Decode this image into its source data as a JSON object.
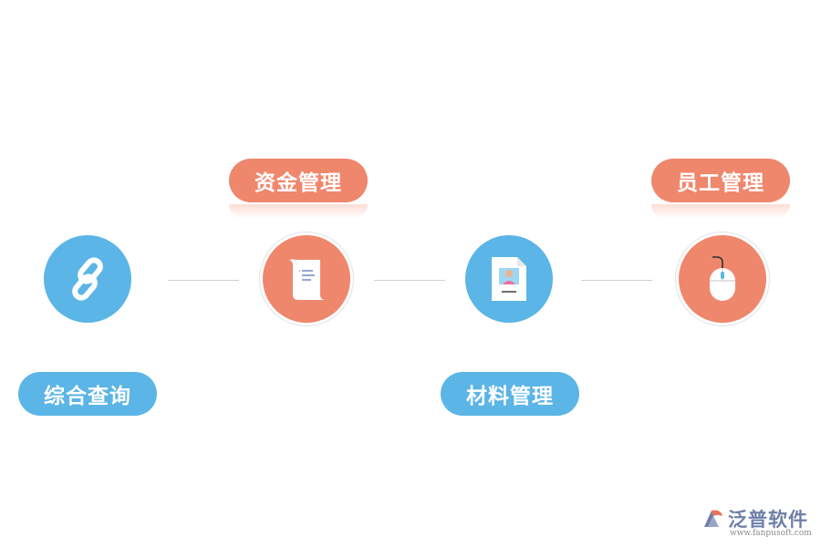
{
  "nodes": [
    {
      "label": "综合查询",
      "color": "blue",
      "icon": "link-icon"
    },
    {
      "label": "资金管理",
      "color": "orange",
      "icon": "scroll-document-icon"
    },
    {
      "label": "材料管理",
      "color": "blue",
      "icon": "profile-card-icon"
    },
    {
      "label": "员工管理",
      "color": "orange",
      "icon": "mouse-icon"
    }
  ],
  "brand": {
    "name": "泛普软件",
    "url": "www.fanpusoft.com"
  },
  "colors": {
    "blue": "#5bb5e6",
    "orange": "#ef876d",
    "connector": "#cfcfcf"
  }
}
